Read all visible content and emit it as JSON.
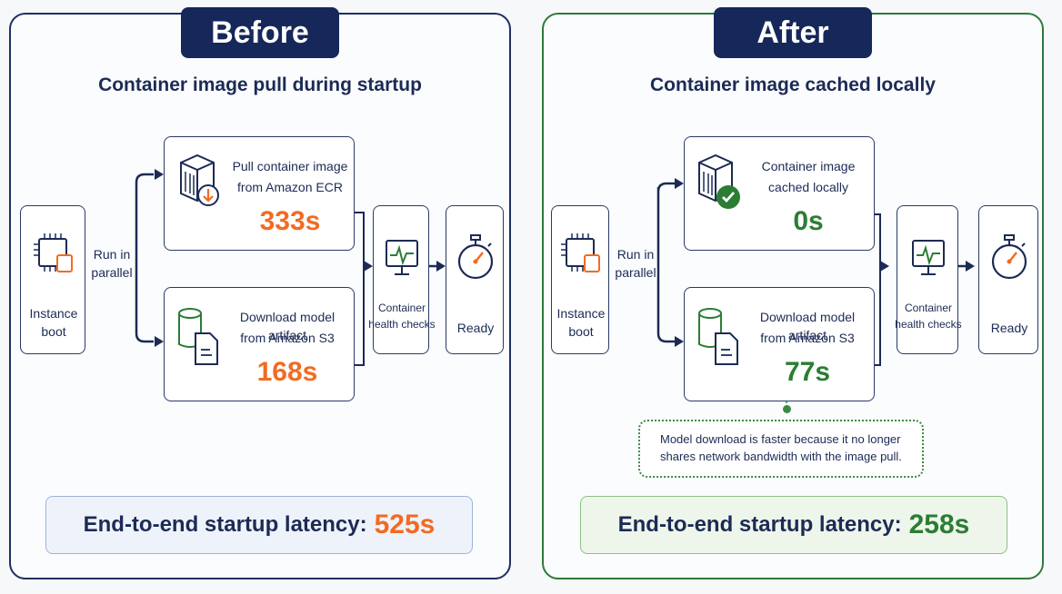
{
  "before": {
    "header": "Before",
    "subtitle": "Container image pull during startup",
    "instance_boot": "Instance boot",
    "run_parallel": "Run in parallel",
    "pull_label_1": "Pull container image",
    "pull_label_2": "from Amazon ECR",
    "pull_time": "333s",
    "download_label_1": "Download model artifact",
    "download_label_2": "from Amazon S3",
    "download_time": "168s",
    "health_1": "Container",
    "health_2": "health checks",
    "ready": "Ready",
    "latency_label": "End-to-end startup latency:",
    "latency_value": "525s"
  },
  "after": {
    "header": "After",
    "subtitle": "Container image cached locally",
    "instance_boot": "Instance boot",
    "run_parallel": "Run in parallel",
    "cached_label_1": "Container image",
    "cached_label_2": "cached locally",
    "cached_time": "0s",
    "download_label_1": "Download model artifact",
    "download_label_2": "from Amazon S3",
    "download_time": "77s",
    "health_1": "Container",
    "health_2": "health checks",
    "ready": "Ready",
    "note_1": "Model download is faster because it no longer",
    "note_2": "shares network bandwidth with the image pull.",
    "latency_label": "End-to-end startup latency:",
    "latency_value": "258s"
  },
  "colors": {
    "navy": "#16275a",
    "orange": "#f26b22",
    "green": "#2b7d33",
    "before_bg": "#eef3fb",
    "after_bg": "#eef6ec"
  }
}
